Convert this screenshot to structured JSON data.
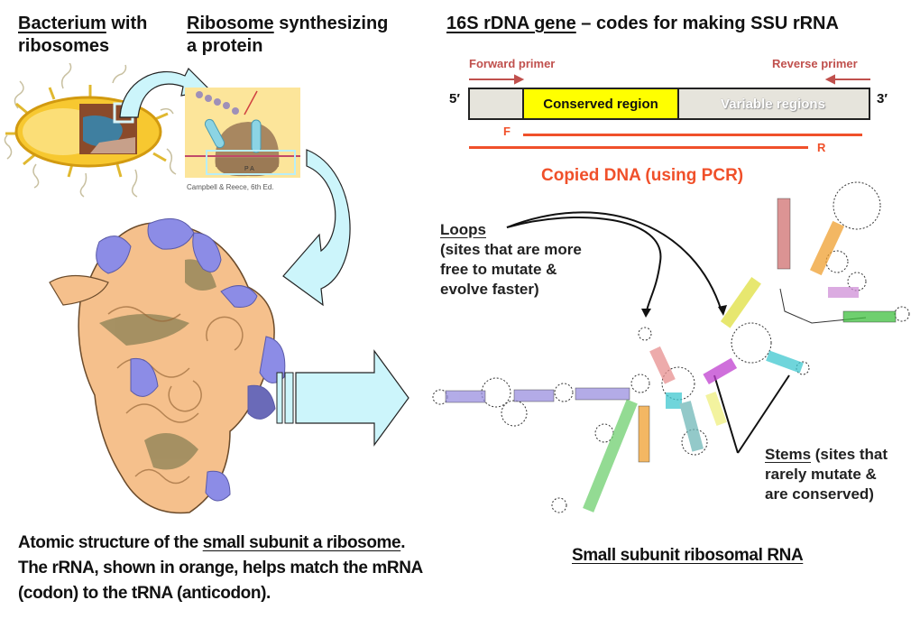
{
  "headings": {
    "bacterium": {
      "underlined": "Bacterium",
      "rest": " with",
      "line2": "ribosomes"
    },
    "ribosome": {
      "underlined": "Ribosome",
      "rest": " synthesizing",
      "line2": "a protein"
    },
    "gene": {
      "underlined": "16S rDNA gene",
      "rest": " – codes for making SSU rRNA"
    }
  },
  "citation": "Campbell & Reece, 6th Ed.",
  "gene_diagram": {
    "five_prime": "5′",
    "three_prime": "3′",
    "forward_primer": "Forward primer",
    "reverse_primer": "Reverse primer",
    "conserved_region": "Conserved region",
    "variable_regions": "Variable regions",
    "f_label": "F",
    "r_label": "R",
    "copied_dna": "Copied DNA (using PCR)",
    "colors": {
      "conserved": "#ffff00",
      "variable": "#e6e4dc",
      "primer": "#c0504d",
      "pcr": "#f0502a"
    }
  },
  "loops_note": {
    "title": "Loops",
    "lines": [
      "(sites that are more",
      "free to mutate &",
      "evolve faster)"
    ]
  },
  "stems_note": {
    "title": "Stems",
    "rest": " (sites that",
    "lines": [
      "rarely mutate &",
      "are conserved)"
    ]
  },
  "ribosome_caption": {
    "prefix": "Atomic structure of the ",
    "underlined": "small subunit a ribosome",
    "suffix": ".",
    "line2": "The rRNA, shown in orange, helps match the mRNA",
    "line3": "(codon) to the tRNA (anticodon)."
  },
  "rna_caption": "Small subunit ribosomal RNA",
  "colors": {
    "arrow_fill": "#ccf5fb",
    "rrna": "#f5c08c",
    "protein": "#8c8ce6",
    "core": "#8b8155"
  }
}
